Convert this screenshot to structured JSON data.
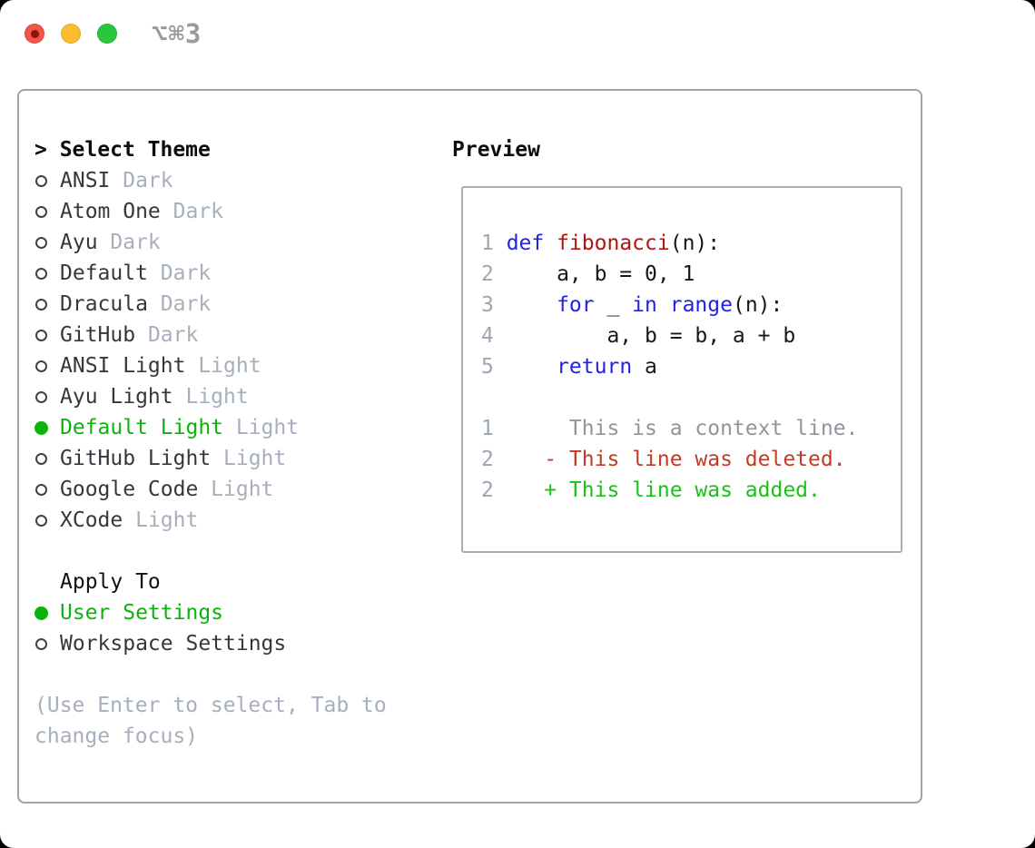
{
  "window": {
    "shortcut": "⌥⌘3",
    "traffic_lights": [
      "close",
      "minimize",
      "zoom"
    ]
  },
  "sidebar": {
    "prompt": "> ",
    "title": "Select Theme",
    "themes": [
      {
        "name": "ANSI",
        "variant": "Dark",
        "selected": false
      },
      {
        "name": "Atom One",
        "variant": "Dark",
        "selected": false
      },
      {
        "name": "Ayu",
        "variant": "Dark",
        "selected": false
      },
      {
        "name": "Default",
        "variant": "Dark",
        "selected": false
      },
      {
        "name": "Dracula",
        "variant": "Dark",
        "selected": false
      },
      {
        "name": "GitHub",
        "variant": "Dark",
        "selected": false
      },
      {
        "name": "ANSI Light",
        "variant": "Light",
        "selected": false
      },
      {
        "name": "Ayu Light",
        "variant": "Light",
        "selected": false
      },
      {
        "name": "Default Light",
        "variant": "Light",
        "selected": true
      },
      {
        "name": "GitHub Light",
        "variant": "Light",
        "selected": false
      },
      {
        "name": "Google Code",
        "variant": "Light",
        "selected": false
      },
      {
        "name": "XCode",
        "variant": "Light",
        "selected": false
      }
    ],
    "apply_to": {
      "title": "Apply To",
      "options": [
        {
          "label": "User Settings",
          "selected": true
        },
        {
          "label": "Workspace Settings",
          "selected": false
        }
      ]
    },
    "hint_lines": [
      "(Use Enter to select, Tab to",
      "change focus)"
    ]
  },
  "preview": {
    "title": "Preview",
    "code_lines": [
      {
        "num": "1",
        "segs": [
          {
            "t": "def",
            "cls": "c-kw"
          },
          {
            "t": " ",
            "cls": "c-df"
          },
          {
            "t": "fibonacci",
            "cls": "c-fn"
          },
          {
            "t": "(n):",
            "cls": "c-df"
          }
        ]
      },
      {
        "num": "2",
        "segs": [
          {
            "t": "    a, b = 0, 1",
            "cls": "c-df"
          }
        ]
      },
      {
        "num": "3",
        "segs": [
          {
            "t": "    ",
            "cls": "c-df"
          },
          {
            "t": "for",
            "cls": "c-kw"
          },
          {
            "t": " _ ",
            "cls": "c-df"
          },
          {
            "t": "in",
            "cls": "c-kw"
          },
          {
            "t": " ",
            "cls": "c-df"
          },
          {
            "t": "range",
            "cls": "c-kw"
          },
          {
            "t": "(n):",
            "cls": "c-df"
          }
        ]
      },
      {
        "num": "4",
        "segs": [
          {
            "t": "        a, b = b, a + b",
            "cls": "c-df"
          }
        ]
      },
      {
        "num": "5",
        "segs": [
          {
            "t": "    ",
            "cls": "c-df"
          },
          {
            "t": "return",
            "cls": "c-kw"
          },
          {
            "t": " a",
            "cls": "c-df"
          }
        ]
      },
      {
        "num": "",
        "segs": []
      },
      {
        "num": "1",
        "segs": [
          {
            "t": "     This is a context line.",
            "cls": "c-ctx"
          }
        ]
      },
      {
        "num": "2",
        "segs": [
          {
            "t": "   - This line was deleted.",
            "cls": "c-del"
          }
        ]
      },
      {
        "num": "2",
        "segs": [
          {
            "t": "   + This line was added.",
            "cls": "c-add"
          }
        ]
      }
    ]
  },
  "colors": {
    "kw": "#2222e6",
    "fn": "#b3140e",
    "fg": "#17171b",
    "lnum": "#9ca6b2",
    "ctx": "#90959c",
    "del": "#c43a28",
    "add": "#16c316",
    "green": "#0cb30c",
    "item": "#34383e",
    "muted": "#a7afbc",
    "header": "#0c0c0e",
    "panel_border": "#9aa3ae",
    "box_border": "#a7aeb6",
    "symbol": "#9a9a9a",
    "light_red": "#f45349",
    "light_red_dot": "#8c140c",
    "light_yellow": "#fcbc2e",
    "light_green": "#29c73d"
  }
}
